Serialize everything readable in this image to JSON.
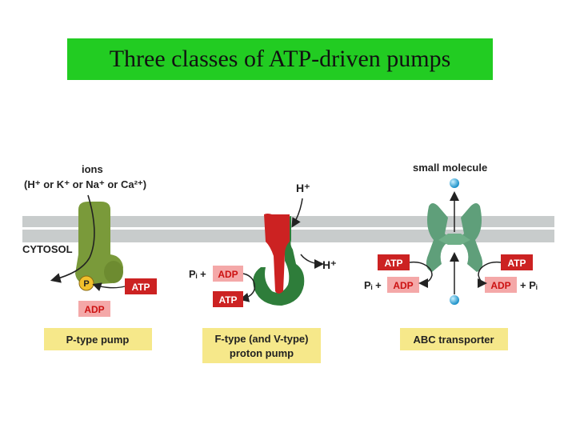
{
  "title": "Three classes of ATP-driven pumps",
  "colors": {
    "title_bg": "#22cc22",
    "membrane": "#c8cccc",
    "p_type": "#7a9a3a",
    "f_type_red": "#cc2222",
    "f_type_green": "#2e7d3a",
    "abc": "#5f9f7a",
    "atp_box": "#cc2222",
    "adp_box": "#f4a8a8",
    "caption_box": "#f6e88a"
  },
  "p_type": {
    "ions_label": "ions",
    "ions_detail": "(H⁺ or K⁺ or Na⁺ or Ca²⁺)",
    "cytosol_label": "CYTOSOL",
    "phosphate": "P",
    "atp": "ATP",
    "adp": "ADP",
    "caption": "P-type pump"
  },
  "f_type": {
    "h_top": "H⁺",
    "h_right": "H⁺",
    "pi_plus": "Pᵢ +",
    "adp": "ADP",
    "atp": "ATP",
    "caption_line1": "F-type (and V-type)",
    "caption_line2": "proton pump"
  },
  "abc": {
    "small_molecule": "small molecule",
    "atp_left": "ATP",
    "atp_right": "ATP",
    "pi_left": "Pᵢ +",
    "adp_left": "ADP",
    "adp_right": "ADP",
    "pi_right": "+ Pᵢ",
    "caption": "ABC transporter"
  }
}
